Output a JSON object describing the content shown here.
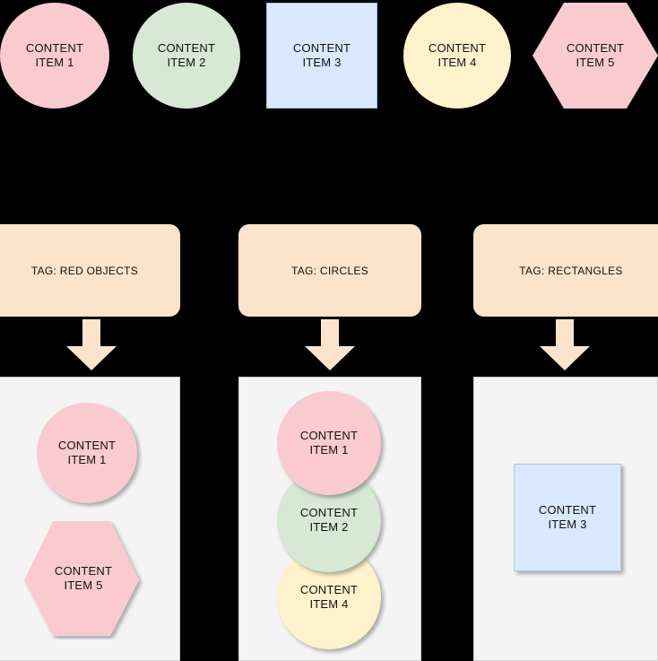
{
  "background_color": "#000000",
  "palette": {
    "pink": "#FACBCE",
    "green": "#D7E8D5",
    "blue": "#D9E8FC",
    "blue_border": "#9CC0E8",
    "yellow": "#FEF2CD",
    "peach": "#FCE4CC",
    "panel_fill": "#F4F4F4",
    "panel_border": "#CFCFCF",
    "text": "#101010"
  },
  "source_row": {
    "items": [
      {
        "id": "item1",
        "label": "CONTENT\nITEM 1",
        "shape": "circle",
        "color": "#FACBCE"
      },
      {
        "id": "item2",
        "label": "CONTENT\nITEM 2",
        "shape": "circle",
        "color": "#D7E8D5"
      },
      {
        "id": "item3",
        "label": "CONTENT\nITEM 3",
        "shape": "rectangle",
        "color": "#D9E8FC"
      },
      {
        "id": "item4",
        "label": "CONTENT\nITEM 4",
        "shape": "circle",
        "color": "#FEF2CD"
      },
      {
        "id": "item5",
        "label": "CONTENT\nITEM 5",
        "shape": "hexagon",
        "color": "#FACBCE"
      }
    ]
  },
  "tags": [
    {
      "id": "tag-red-objects",
      "label": "TAG: RED OBJECTS",
      "arrow": "arrow-down-icon"
    },
    {
      "id": "tag-circles",
      "label": "TAG: CIRCLES",
      "arrow": "arrow-down-icon"
    },
    {
      "id": "tag-rectangles",
      "label": "TAG: RECTANGLES",
      "arrow": "arrow-down-icon"
    }
  ],
  "result_panels": [
    {
      "id": "panel-red-objects",
      "for_tag": "TAG: RED OBJECTS",
      "items": [
        {
          "id": "r1-item1",
          "label": "CONTENT\nITEM 1",
          "shape": "circle",
          "color": "#FACBCE"
        },
        {
          "id": "r1-item5",
          "label": "CONTENT\nITEM 5",
          "shape": "hexagon",
          "color": "#FACBCE"
        }
      ]
    },
    {
      "id": "panel-circles",
      "for_tag": "TAG: CIRCLES",
      "items": [
        {
          "id": "r2-item1",
          "label": "CONTENT\nITEM 1",
          "shape": "circle",
          "color": "#FACBCE"
        },
        {
          "id": "r2-item2",
          "label": "CONTENT\nITEM 2",
          "shape": "circle",
          "color": "#D7E8D5"
        },
        {
          "id": "r2-item4",
          "label": "CONTENT\nITEM 4",
          "shape": "circle",
          "color": "#FEF2CD"
        }
      ]
    },
    {
      "id": "panel-rectangles",
      "for_tag": "TAG: RECTANGLES",
      "items": [
        {
          "id": "r3-item3",
          "label": "CONTENT\nITEM 3",
          "shape": "rectangle",
          "color": "#D9E8FC"
        }
      ]
    }
  ]
}
